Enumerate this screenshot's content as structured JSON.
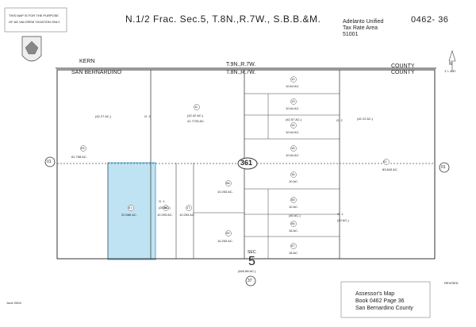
{
  "header": {
    "title": "N.1/2 Frac. Sec.5, T.8N.,R.7W., S.B.B.&M.",
    "district_line1": "Adelanto Unified",
    "district_line2": "Tax Rate Area",
    "district_code": "51001",
    "book_page": "0462- 36"
  },
  "disclaimer": {
    "line1": "THIS MAP IS FOR THE PURPOSE",
    "line2": "OF AD VALOREM TAXATION ONLY."
  },
  "county_line": {
    "left_top": "KERN",
    "left_bottom": "SAN BERNARDINO",
    "right_top": "COUNTY",
    "right_bottom": "COUNTY"
  },
  "township": {
    "top": "T.9N.,R.7W.",
    "bottom": "T.8N.,R.7W."
  },
  "road_labels": {
    "center": "361",
    "left": "01",
    "right": "01",
    "bottom": "37"
  },
  "section": {
    "label": "SEC.",
    "number": "5",
    "acres": "(640.88 AC.)"
  },
  "north_arrow": {
    "label": "N",
    "scale": "1\"= 400'"
  },
  "parcels": [
    {
      "num": "01",
      "acres": "83.843 AC."
    },
    {
      "num": "02",
      "acres": "(42.12 AC.)"
    },
    {
      "num": "10",
      "acres": "(42.27 AC.)"
    },
    {
      "num": "11",
      "acres": "(42.42 AC.)"
    },
    {
      "num": "11",
      "acres": "41.7725 AC."
    },
    {
      "num": "12",
      "acres": "10.64 AC."
    },
    {
      "num": "13",
      "acres": "10.64 AC."
    },
    {
      "num": "14",
      "acres": "10.64 AC."
    },
    {
      "num": "15",
      "acres": "10.64 AC."
    },
    {
      "num": "16",
      "acres": "10 AC."
    },
    {
      "num": "05",
      "acres": "10 AC."
    },
    {
      "num": "06",
      "acres": "18 AC."
    },
    {
      "num": "07",
      "acres": "18 AC."
    },
    {
      "num": "08",
      "acres": "10.253 AC."
    },
    {
      "num": "09",
      "acres": "10.253 AC."
    },
    {
      "num": "17",
      "acres": "10.253 AC."
    },
    {
      "num": "18",
      "acres": "10.293 AC."
    },
    {
      "num": "01",
      "acres": "20.586 AC."
    },
    {
      "num": "03",
      "acres": "61.758 AC."
    }
  ],
  "misc_labels": {
    "g2a": "G.  2",
    "g2b": "G.  2",
    "g1a": "G.  1",
    "g1b": "G.  1",
    "ac_42_57": "(42.57 AC.)",
    "ac_40": "(40 AC.)",
    "ac_20a": "(20 AC.)",
    "ac_20b": "(20 AC.)"
  },
  "footer": {
    "date": "June 2004",
    "line1": "Assessor's Map",
    "line2": "Book 0462 Page 36",
    "line3": "San Bernardino County",
    "revised": "REVISED"
  },
  "highlight_color": "#bfe3f2",
  "highlight_border": "#5aa9cf"
}
